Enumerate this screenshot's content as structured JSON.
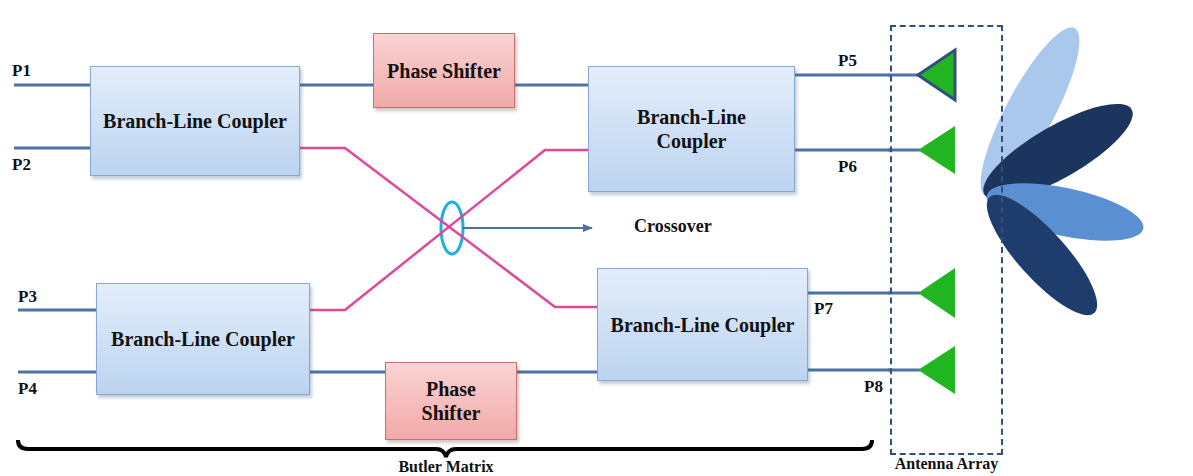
{
  "diagram": {
    "nodes": [
      {
        "text": [
          "Branch-Line Coupler"
        ]
      },
      {
        "text": [
          "Phase Shifter"
        ]
      },
      {
        "text": [
          "Branch-Line Coupler"
        ]
      },
      {
        "text": [
          "Branch-Line Coupler"
        ]
      },
      {
        "text": [
          "Phase Shifter"
        ]
      },
      {
        "text": [
          "Branch-Line Coupler"
        ]
      },
      {
        "text": [
          "Antenna Array"
        ]
      }
    ],
    "edges": [
      {
        "from": 0,
        "to": 1,
        "arrow": "none"
      },
      {
        "from": 1,
        "to": 2,
        "arrow": "none"
      },
      {
        "from": 0,
        "to": 5,
        "arrow": "none"
      },
      {
        "from": 3,
        "to": 2,
        "arrow": "none"
      },
      {
        "from": 3,
        "to": 4,
        "arrow": "none"
      },
      {
        "from": 4,
        "to": 5,
        "arrow": "none"
      },
      {
        "from": 2,
        "to": 6,
        "arrow": "none"
      },
      {
        "from": 2,
        "to": 6,
        "arrow": "none"
      },
      {
        "from": 5,
        "to": 6,
        "arrow": "none"
      },
      {
        "from": 5,
        "to": 6,
        "arrow": "none"
      }
    ],
    "labels": [
      "P1",
      "P2",
      "P3",
      "P4",
      "P5",
      "P6",
      "P7",
      "P8",
      "Crossover",
      "Butler Matrix"
    ]
  }
}
